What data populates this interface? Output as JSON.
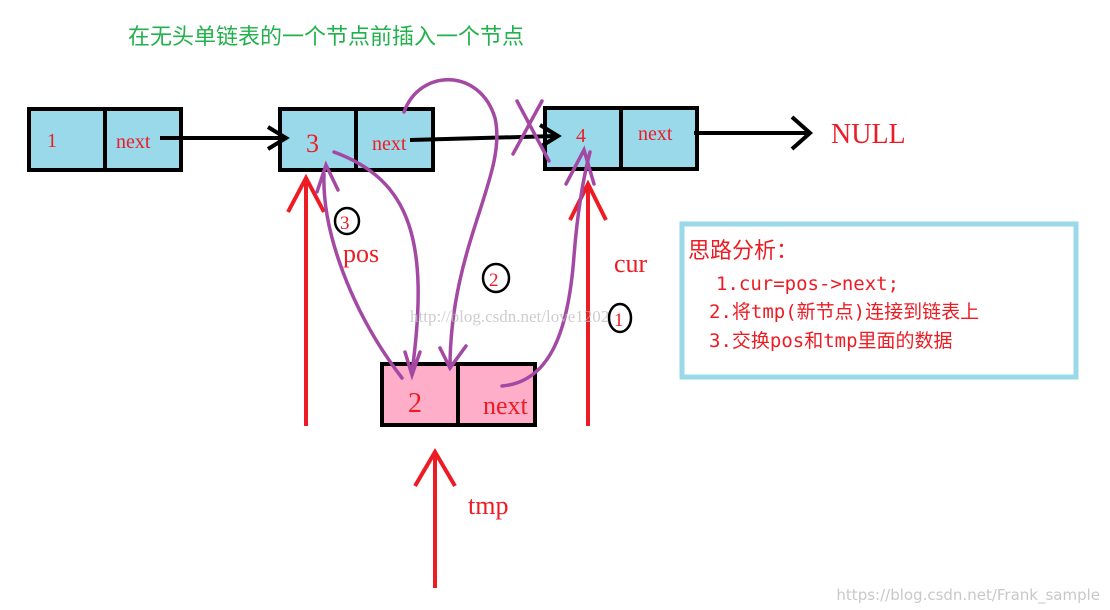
{
  "title": "在无头单链表的一个节点前插入一个节点",
  "nodes": {
    "n1": {
      "value": "1",
      "next": "next"
    },
    "n3": {
      "value": "3",
      "next": "next"
    },
    "n4": {
      "value": "4",
      "next": "next"
    },
    "tmp": {
      "value": "2",
      "next": "next"
    }
  },
  "null_label": "NULL",
  "pointers": {
    "pos": "pos",
    "cur": "cur",
    "tmp": "tmp"
  },
  "steps": {
    "s1": "1",
    "s2": "2",
    "s3": "3"
  },
  "analysis": {
    "heading": "思路分析：",
    "items": [
      "1.cur=pos->next;",
      "2.将tmp(新节点)连接到链表上",
      "3.交换pos和tmp里面的数据"
    ]
  },
  "watermark_center": "http://blog.csdn.net/love1202",
  "watermark_corner": "https://blog.csdn.net/Frank_sample",
  "colors": {
    "node_fill": "#99d9ea",
    "tmp_fill": "#ffaec9",
    "border": "#000000",
    "red": "#ed1c24",
    "purple": "#a349a4",
    "title": "#22b14c",
    "box_border": "#99d9ea"
  }
}
